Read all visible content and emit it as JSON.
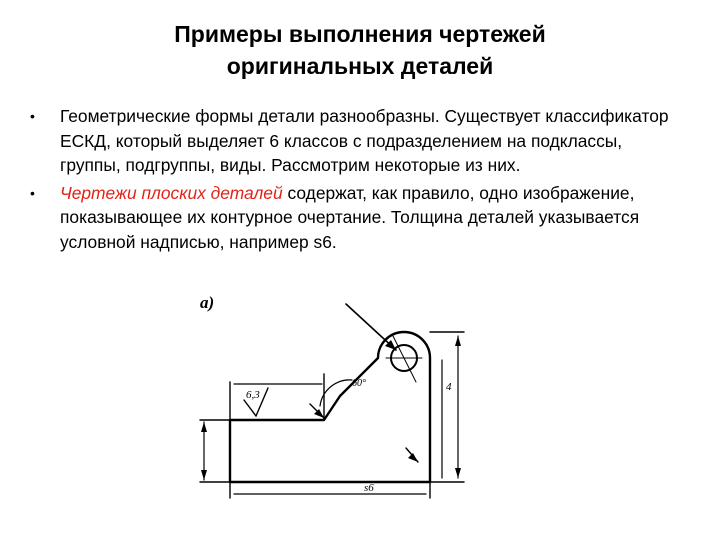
{
  "slide": {
    "title_line1": "Примеры выполнения чертежей",
    "title_line2": "оригинальных деталей"
  },
  "bullets": [
    {
      "marker": "•",
      "text": "Геометрические формы детали разнообразны. Существует классификатор ЕСКД, который выделяет 6 классов с подразделением на подклассы, группы, подгруппы, виды. Рассмотрим некоторые из них."
    },
    {
      "marker": "•",
      "emphasis": "Чертежи плоских деталей",
      "rest": " содержат, как правило, одно изображение, показывающее их контурное очертание. Толщина деталей указывается условной надписью, например s6."
    }
  ],
  "drawing": {
    "label": "а)",
    "dim_roughness": "6,3",
    "dim_right": "4",
    "dim_bottom": "s6",
    "dim_angle": "60°"
  },
  "colors": {
    "emphasis": "#e2231a",
    "text": "#000000"
  }
}
